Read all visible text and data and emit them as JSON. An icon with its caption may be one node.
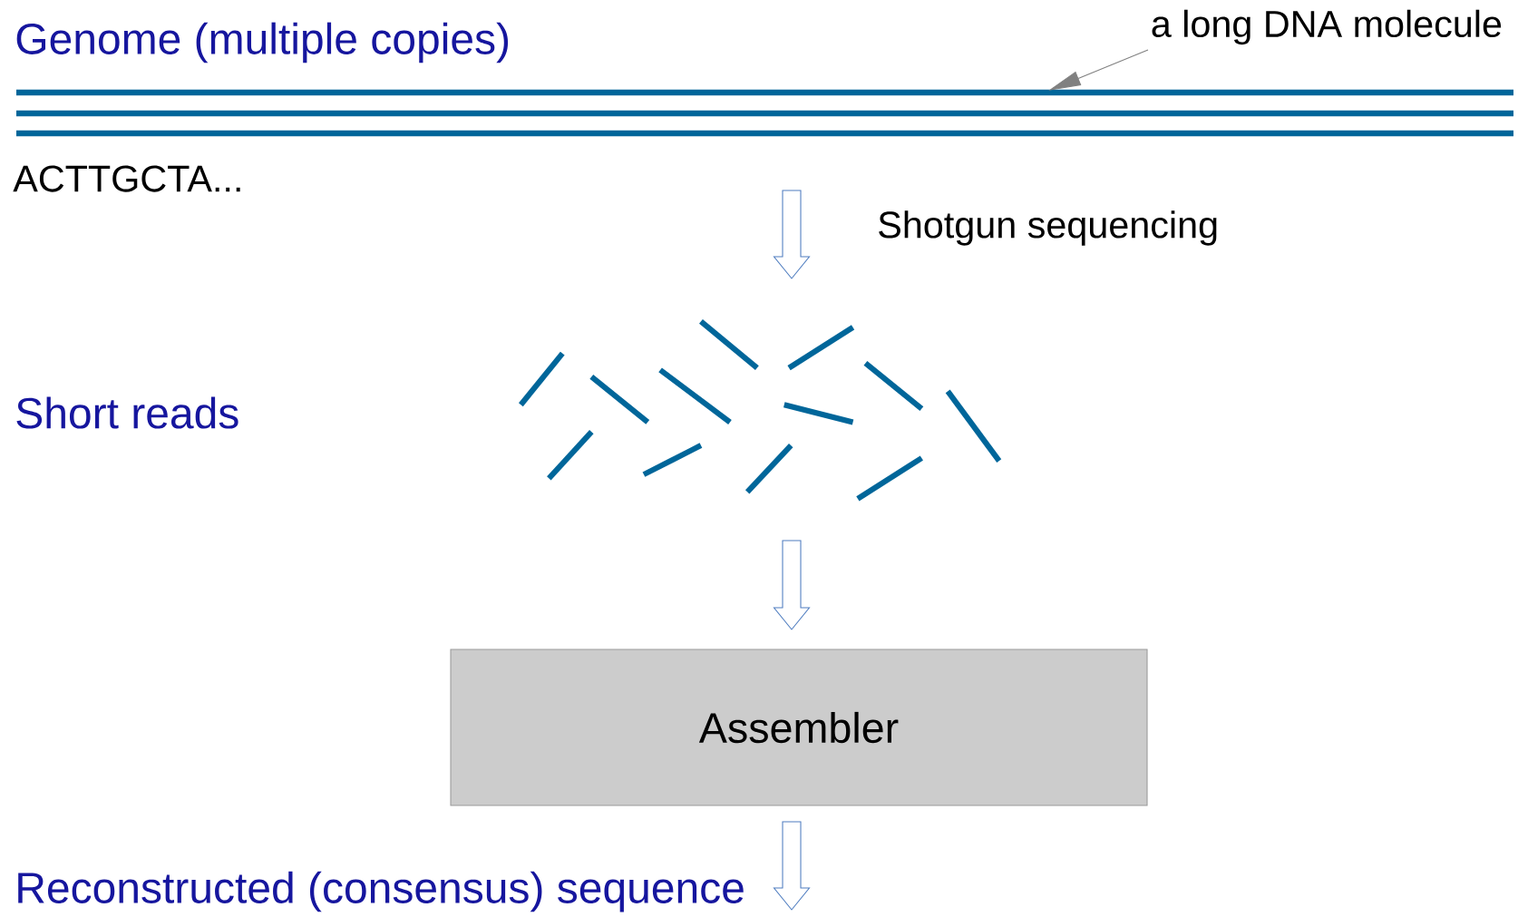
{
  "diagram": {
    "nodes": [
      {
        "text": [],
        "shape": "bar",
        "beside": [
          "Genome (multiple copies)",
          "ACTTGCTA..."
        ]
      },
      {
        "text": [
          "a long DNA molecule"
        ]
      },
      {
        "text": [],
        "shape": "bar"
      },
      {
        "text": [
          "Assembler"
        ]
      }
    ],
    "edges": [
      {
        "from": 1,
        "to": 0,
        "arrow": "to",
        "color": "#808080"
      },
      {
        "from": 0,
        "to": 2,
        "arrow": "to",
        "label": "Shotgun sequencing"
      },
      {
        "from": 2,
        "to": 3,
        "arrow": "to"
      },
      {
        "from": 3,
        "to": null,
        "arrow": "to"
      }
    ],
    "labels": [
      "Short reads",
      "Reconstructed (consensus) sequence"
    ]
  }
}
